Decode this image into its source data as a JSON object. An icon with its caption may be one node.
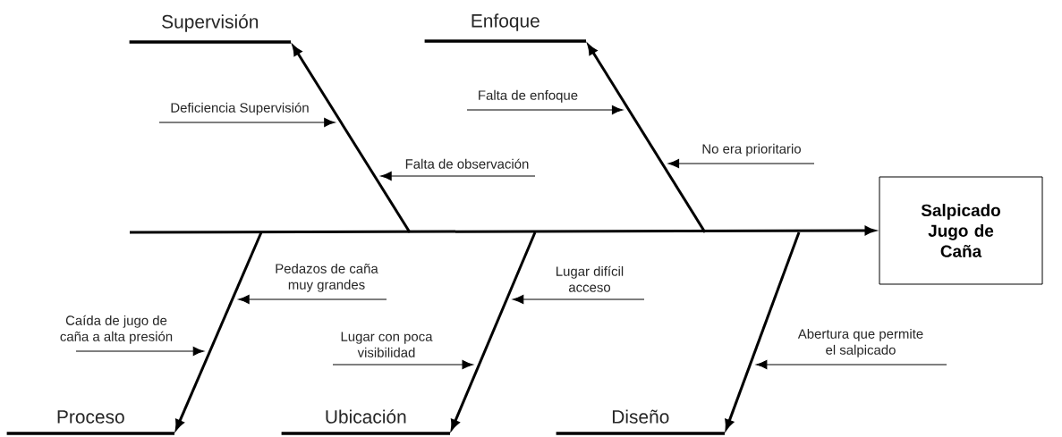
{
  "diagram": {
    "nodes": [
      {
        "text": [
          "Salpicado Jugo de Caña"
        ]
      },
      {
        "text": [
          "Supervisión"
        ]
      },
      {
        "text": [
          "Enfoque"
        ]
      },
      {
        "text": [
          "Proceso"
        ]
      },
      {
        "text": [
          "Ubicación"
        ]
      },
      {
        "text": [
          "Diseño"
        ]
      },
      {
        "text": [
          "Deficiencia Supervisión"
        ]
      },
      {
        "text": [
          "Falta de observación"
        ]
      },
      {
        "text": [
          "Falta de enfoque"
        ]
      },
      {
        "text": [
          "No era prioritario"
        ]
      },
      {
        "text": [
          "Pedazos de caña muy grandes"
        ]
      },
      {
        "text": [
          "Caída de jugo de caña a alta presión"
        ]
      },
      {
        "text": [
          "Lugar con poca visibilidad"
        ]
      },
      {
        "text": [
          "Lugar difícil acceso"
        ]
      },
      {
        "text": [
          "Abertura que permite el salpicado"
        ]
      }
    ],
    "edges": [
      {
        "from": null,
        "to": 0,
        "arrow": "to",
        "style": "thick"
      },
      {
        "from": null,
        "to": 1,
        "arrow": "to",
        "style": "thick"
      },
      {
        "from": null,
        "to": 2,
        "arrow": "to",
        "style": "thick"
      },
      {
        "from": null,
        "to": 3,
        "arrow": "to",
        "style": "thick"
      },
      {
        "from": null,
        "to": 4,
        "arrow": "to",
        "style": "thick"
      },
      {
        "from": null,
        "to": 5,
        "arrow": "to",
        "style": "thick"
      },
      {
        "from": 6,
        "to": null,
        "arrow": "to"
      },
      {
        "from": 7,
        "to": null,
        "arrow": "to"
      },
      {
        "from": 8,
        "to": null,
        "arrow": "to"
      },
      {
        "from": 9,
        "to": null,
        "arrow": "to"
      },
      {
        "from": 10,
        "to": null,
        "arrow": "to"
      },
      {
        "from": 11,
        "to": null,
        "arrow": "to"
      },
      {
        "from": 12,
        "to": null,
        "arrow": "to"
      },
      {
        "from": 13,
        "to": null,
        "arrow": "to"
      },
      {
        "from": 14,
        "to": null,
        "arrow": "to"
      }
    ]
  }
}
